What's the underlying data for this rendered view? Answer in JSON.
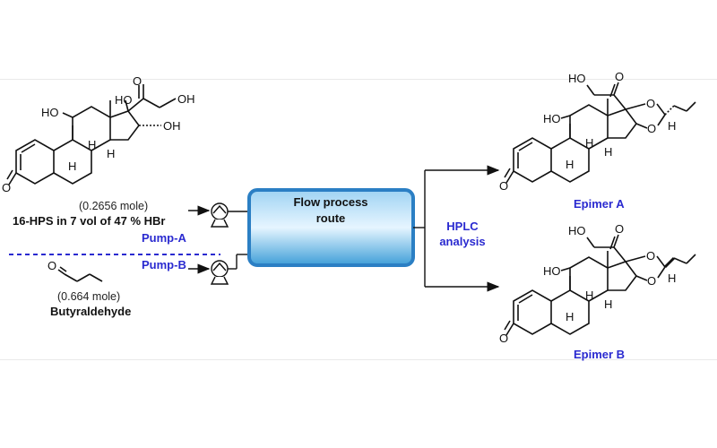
{
  "reagent_a": {
    "amount": "(0.2656 mole)",
    "description": "16-HPS in 7 vol of 47 % HBr",
    "pump": "Pump-A",
    "atoms": {
      "ho1": "HO",
      "ho2": "HO",
      "oh1": "OH",
      "oh2": "OH",
      "o_ketone": "O",
      "o_enone": "O",
      "h1": "H",
      "h2": "H",
      "h3": "H"
    }
  },
  "reagent_b": {
    "amount": "(0.664 mole)",
    "name": "Butyraldehyde",
    "pump": "Pump-B",
    "atoms": {
      "o": "O"
    }
  },
  "process_box": {
    "line1": "Flow process",
    "line2": "route"
  },
  "analysis": {
    "line1": "HPLC",
    "line2": "analysis"
  },
  "products": [
    {
      "label": "Epimer A",
      "atoms": {
        "ho_top": "HO",
        "ho_ring": "HO",
        "o_ketone": "O",
        "o_a": "O",
        "o_b": "O",
        "o_enone": "O",
        "h_acetal": "H",
        "h1": "H",
        "h2": "H",
        "h3": "H"
      }
    },
    {
      "label": "Epimer B",
      "atoms": {
        "ho_top": "HO",
        "ho_ring": "HO",
        "o_ketone": "O",
        "o_a": "O",
        "o_b": "O",
        "o_enone": "O",
        "h_acetal": "H",
        "h1": "H",
        "h2": "H",
        "h3": "H"
      }
    }
  ],
  "colors": {
    "label_blue": "#2a2ad0",
    "box_fill": "#5fb4e6",
    "box_border": "#2b7fc4",
    "dashed_line": "#2a2ad0"
  }
}
